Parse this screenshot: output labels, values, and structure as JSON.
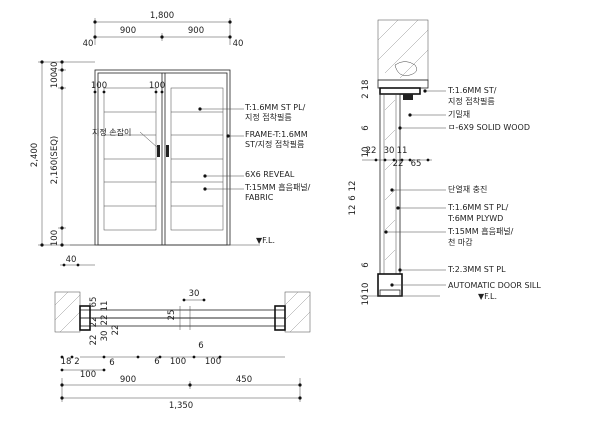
{
  "elevation": {
    "dims_top": {
      "overall": "1,800",
      "left_leaf": "900",
      "right_leaf": "900",
      "edge_left": "40",
      "edge_right": "40"
    },
    "dims_side": {
      "overall": "2,400",
      "sub": "2,160(SEQ)",
      "top_a": "40",
      "top_b": "100",
      "bottom": "100"
    },
    "dims_inner": {
      "left": "100",
      "right": "100"
    },
    "dim_bottom_left": "40",
    "handle_label": "지정 손잡이",
    "floor_label": "▼F.L."
  },
  "elevation_notes": {
    "n1a": "T:1.6MM ST PL/",
    "n1b": "지정 접착필름",
    "n2a": "FRAME-T:1.6MM",
    "n2b": "ST/지정 접착필름",
    "n3": "6X6 REVEAL",
    "n4a": "T:15MM 흡음패널/",
    "n4b": "FABRIC"
  },
  "section": {
    "dims_top": {
      "a": "18",
      "b": "2"
    },
    "note1a": "T:1.6MM ST/",
    "note1b": "지정 접착필름",
    "note2": "기밀재",
    "note3": "ㅁ-6X9 SOLID WOOD",
    "dim_6": "6",
    "dim_10": "10",
    "row_dims": {
      "a": "22",
      "b": "30",
      "c": "11",
      "d": "22",
      "e": "65"
    },
    "mid_dims": {
      "a": "12",
      "b": "6",
      "c": "12"
    },
    "note4": "단열재 충진",
    "note5a": "T:1.6MM ST PL/",
    "note5b": "T:6MM PLYWD",
    "note6a": "T:15MM 흡음패널/",
    "note6b": "천 마감",
    "bottom_dims": {
      "a": "6",
      "b": "10",
      "c": "10"
    },
    "note7": "T:2.3MM ST PL",
    "note8": "AUTOMATIC DOOR SILL",
    "floor_label": "▼F.L."
  },
  "plan": {
    "dim_30": "30",
    "dim_25": "25",
    "left_stack": {
      "a": "65",
      "b": "22",
      "c": "22",
      "d": "11",
      "e": "22",
      "f": "30",
      "g": "22"
    },
    "under": {
      "a": "6",
      "b": "100",
      "c": "6",
      "d": "6",
      "e": "100"
    },
    "left_small": {
      "a": "18",
      "b": "2",
      "c": "6"
    },
    "row100": "100",
    "dims_bottom": {
      "left": "900",
      "right": "450",
      "overall": "1,350",
      "small_left": "100"
    }
  }
}
